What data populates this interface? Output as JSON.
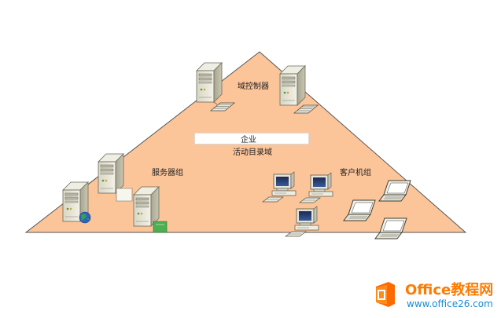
{
  "labels": {
    "domain_controllers": "域控制器",
    "enterprise": "企业",
    "active_directory_domain": "活动目录域",
    "server_group": "服务器组",
    "client_group": "客户机组"
  },
  "watermark": {
    "title": "Office教程网",
    "url": "www.office26.com"
  },
  "colors": {
    "triangle_fill": "#fcc499",
    "triangle_stroke": "#555555",
    "watermark_orange": "#ff7a00",
    "watermark_blue": "#1a8bd6"
  },
  "icons": {
    "domain_controllers": [
      "server-with-keyboard-icon",
      "server-with-keyboard-icon"
    ],
    "servers": [
      "server-with-globe-icon",
      "server-with-card-icon",
      "server-with-card-icon"
    ],
    "clients": [
      "desktop-computer-icon",
      "desktop-computer-icon",
      "desktop-computer-icon",
      "laptop-icon",
      "laptop-icon",
      "laptop-icon"
    ]
  }
}
